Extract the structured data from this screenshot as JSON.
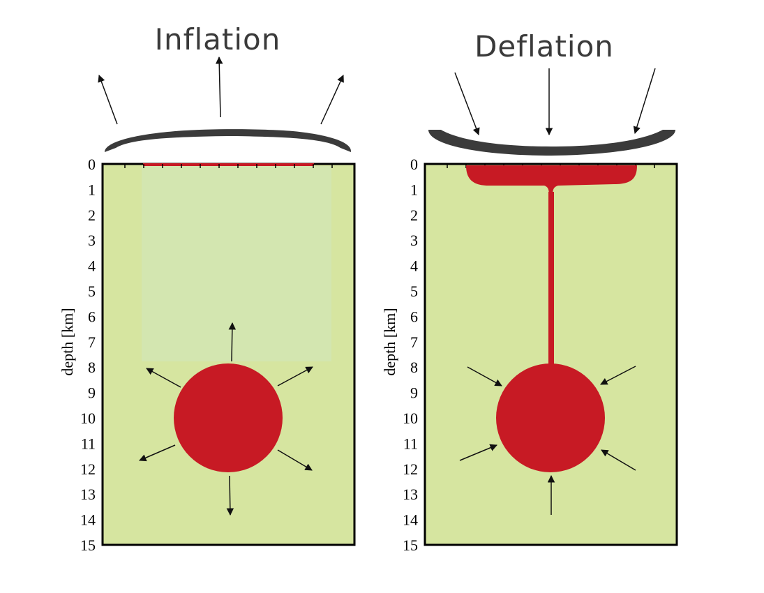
{
  "titles": {
    "inflation": "Inflation",
    "deflation": "Deflation"
  },
  "axis": {
    "ylabel": "depth [km]",
    "ticks": [
      "0",
      "1",
      "2",
      "3",
      "4",
      "5",
      "6",
      "7",
      "8",
      "9",
      "10",
      "11",
      "12",
      "13",
      "14",
      "15"
    ]
  },
  "colors": {
    "crust": "#d6e5a0",
    "crust_light": "#d4e6ad",
    "magma": "#c71a24",
    "surface": "#3b3b3b",
    "arrow": "#111111"
  }
}
